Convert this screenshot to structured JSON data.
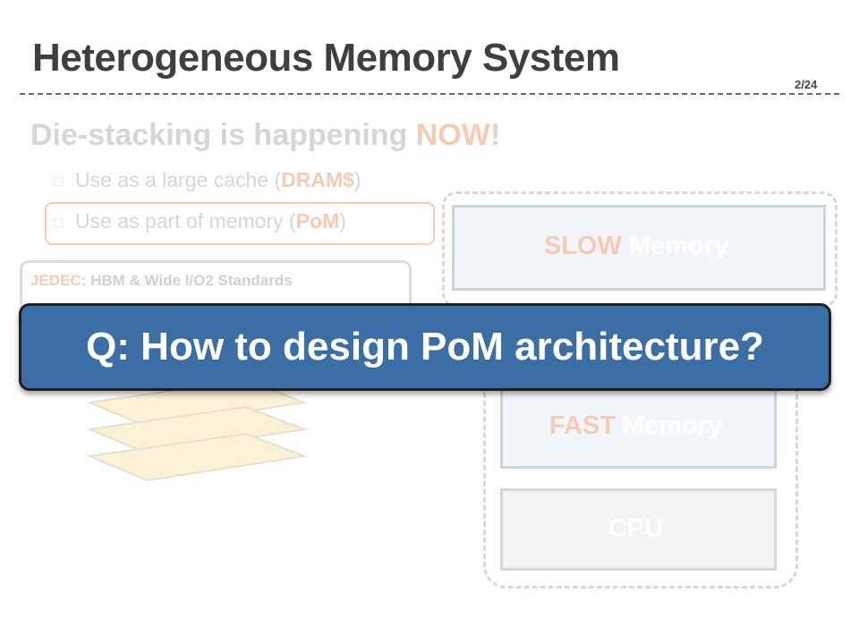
{
  "slide": {
    "title": "Heterogeneous Memory System",
    "page_number": "2/24"
  },
  "content": {
    "headline_prefix": "Die-stacking is happening ",
    "headline_accent": "NOW",
    "headline_suffix": "!",
    "bullets": [
      {
        "prefix": "Use as a large cache (",
        "accent": "DRAM$",
        "suffix": ")"
      },
      {
        "prefix": "Use as part of memory (",
        "accent": "PoM",
        "suffix": ")"
      }
    ],
    "jedec": {
      "accent": "JEDEC",
      "rest": ": HBM & Wide I/O2 Standards"
    }
  },
  "diagram": {
    "slow_memory": {
      "accent": "SLOW",
      "rest": " Memory"
    },
    "fast_memory": {
      "accent": "FAST",
      "rest": " Memory"
    },
    "cpu": "CPU"
  },
  "callout": {
    "question": "Q: How to design PoM architecture?"
  },
  "colors": {
    "accent": "#e36c2a",
    "banner": "#3a6ea5",
    "memory_fill": "#dbe6f1"
  }
}
